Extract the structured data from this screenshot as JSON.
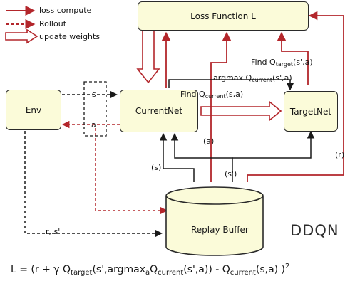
{
  "colors": {
    "loss_compute": "#b3262b",
    "rollout": "#b3262b",
    "update_weights": "#b3262b",
    "dependency": "#1a1a1a",
    "box_fill": "#fbfbd9"
  },
  "legend": [
    {
      "label": "loss compute",
      "style": "solid"
    },
    {
      "label": "Rollout",
      "style": "dashed"
    },
    {
      "label": "update weights",
      "style": "hollow"
    }
  ],
  "nodes": {
    "loss": "Loss Function L",
    "env": "Env",
    "current": "CurrentNet",
    "target": "TargetNet",
    "buffer": "Replay Buffer"
  },
  "edge_labels": {
    "find_target": {
      "main": "Find Q",
      "sub": "target",
      "tail": "(s',a)"
    },
    "argmax": {
      "main": "argmax Q",
      "sub": "current",
      "tail": "(s',a)"
    },
    "find_current": {
      "main": "Find Q",
      "sub": "current",
      "tail": "(s,a)"
    },
    "s": "s",
    "a": "a",
    "a_paren": "(a)",
    "s_paren": "(s)",
    "s_prime_paren": "(s')",
    "r_paren": "(r)",
    "r_sprime": "r, s'"
  },
  "title": "DDQN",
  "formula": {
    "p1": "L = (r + γ Q",
    "s1": "target",
    "p2": "(s',argmax",
    "s2": "a",
    "p3": "Q",
    "s3": "current",
    "p4": "(s',a)) - Q",
    "s4": "current",
    "p5": "(s,a) )",
    "sup": "2"
  }
}
